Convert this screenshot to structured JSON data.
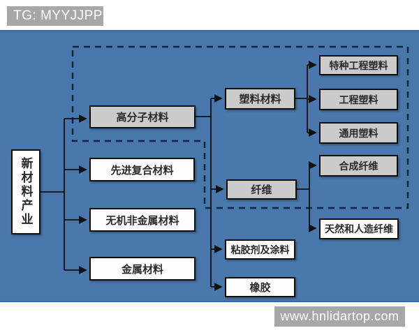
{
  "watermarks": {
    "top": "TG: MYYJJPP",
    "bottom": "www.hnlidartop.com"
  },
  "colors": {
    "canvas_blue": "#4a78ad",
    "badge_gray": "#a7a7a7",
    "node_gray_fill": "#cbcbcb",
    "node_white_fill": "#fdfdfd",
    "line_black": "#111111"
  },
  "diagram": {
    "nodes": {
      "root": "新材料产业",
      "polymer": "高分子材料",
      "composite": "先进复合材料",
      "inorganic": "无机非金属材料",
      "metal": "金属材料",
      "plastic": "塑料材料",
      "fiber": "纤维",
      "adhesive": "粘胶剂及涂料",
      "rubber": "橡胶",
      "special_eng_plastic": "特种工程塑料",
      "eng_plastic": "工程塑料",
      "general_plastic": "通用塑料",
      "synthetic_fiber": "合成纤维",
      "natural_fiber": "天然和人造纤维"
    },
    "edges": [
      [
        "root",
        "polymer"
      ],
      [
        "root",
        "composite"
      ],
      [
        "root",
        "inorganic"
      ],
      [
        "root",
        "metal"
      ],
      [
        "polymer",
        "plastic"
      ],
      [
        "polymer",
        "fiber"
      ],
      [
        "polymer",
        "adhesive"
      ],
      [
        "polymer",
        "rubber"
      ],
      [
        "plastic",
        "special_eng_plastic"
      ],
      [
        "plastic",
        "eng_plastic"
      ],
      [
        "plastic",
        "general_plastic"
      ],
      [
        "fiber",
        "synthetic_fiber"
      ],
      [
        "fiber",
        "natural_fiber"
      ]
    ],
    "highlighted_group": [
      "polymer",
      "plastic",
      "fiber",
      "special_eng_plastic",
      "eng_plastic",
      "general_plastic",
      "synthetic_fiber"
    ]
  }
}
